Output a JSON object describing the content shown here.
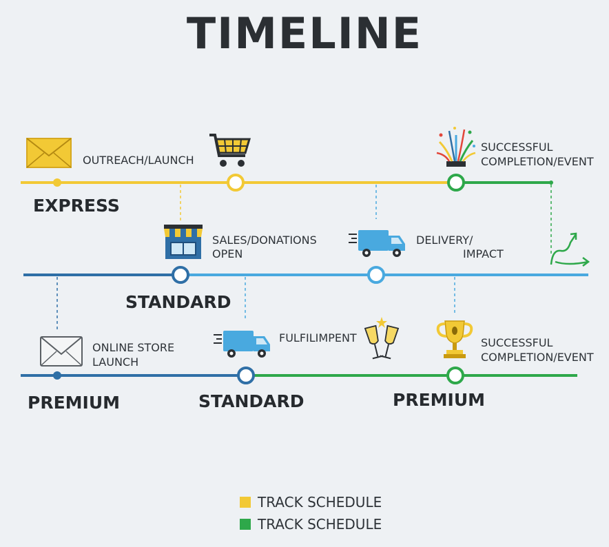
{
  "title": "TIMELINE",
  "colors": {
    "yellow": "#f2c935",
    "green": "#2ea84a",
    "blue": "#2f6fa6",
    "light_blue": "#49a9df",
    "dark_text": "#2b2f33"
  },
  "rows": {
    "top": {
      "track_label": "EXPRESS",
      "milestones": [
        {
          "label": "OUTREACH/LAUNCH",
          "icon": "envelope-icon"
        },
        {
          "label": "",
          "icon": "shopping-cart-icon"
        },
        {
          "label_lines": [
            "SUCCESSFUL",
            "COMPLETION/EVENT"
          ],
          "icon": "fireworks-icon"
        }
      ]
    },
    "middle": {
      "track_label": "STANDARD",
      "milestones": [
        {
          "label_lines": [
            "SALES/DONATIONS",
            "OPEN"
          ],
          "icon": "storefront-icon"
        },
        {
          "label_lines": [
            "DELIVERY/",
            "IMPACT"
          ],
          "icon": "delivery-truck-icon"
        },
        {
          "label": "",
          "icon": "growth-arrow-icon"
        }
      ]
    },
    "bottom": {
      "track_labels": [
        "PREMIUM",
        "STANDARD",
        "PREMIUM"
      ],
      "milestones": [
        {
          "label_lines": [
            "ONLINE STORE",
            "LAUNCH"
          ],
          "icon": "envelope-icon"
        },
        {
          "label": "FULFILIMPENT",
          "icon": "delivery-truck-icon"
        },
        {
          "label": "",
          "icon": "champagne-glasses-icon"
        },
        {
          "label_lines": [
            "SUCCESSFUL",
            "COMPLETION/EVENT"
          ],
          "icon": "trophy-icon"
        }
      ]
    }
  },
  "legend": [
    {
      "label": "TRACK SCHEDULE",
      "color": "#f2c935"
    },
    {
      "label": "TRACK SCHEDULE",
      "color": "#2ea84a"
    }
  ]
}
